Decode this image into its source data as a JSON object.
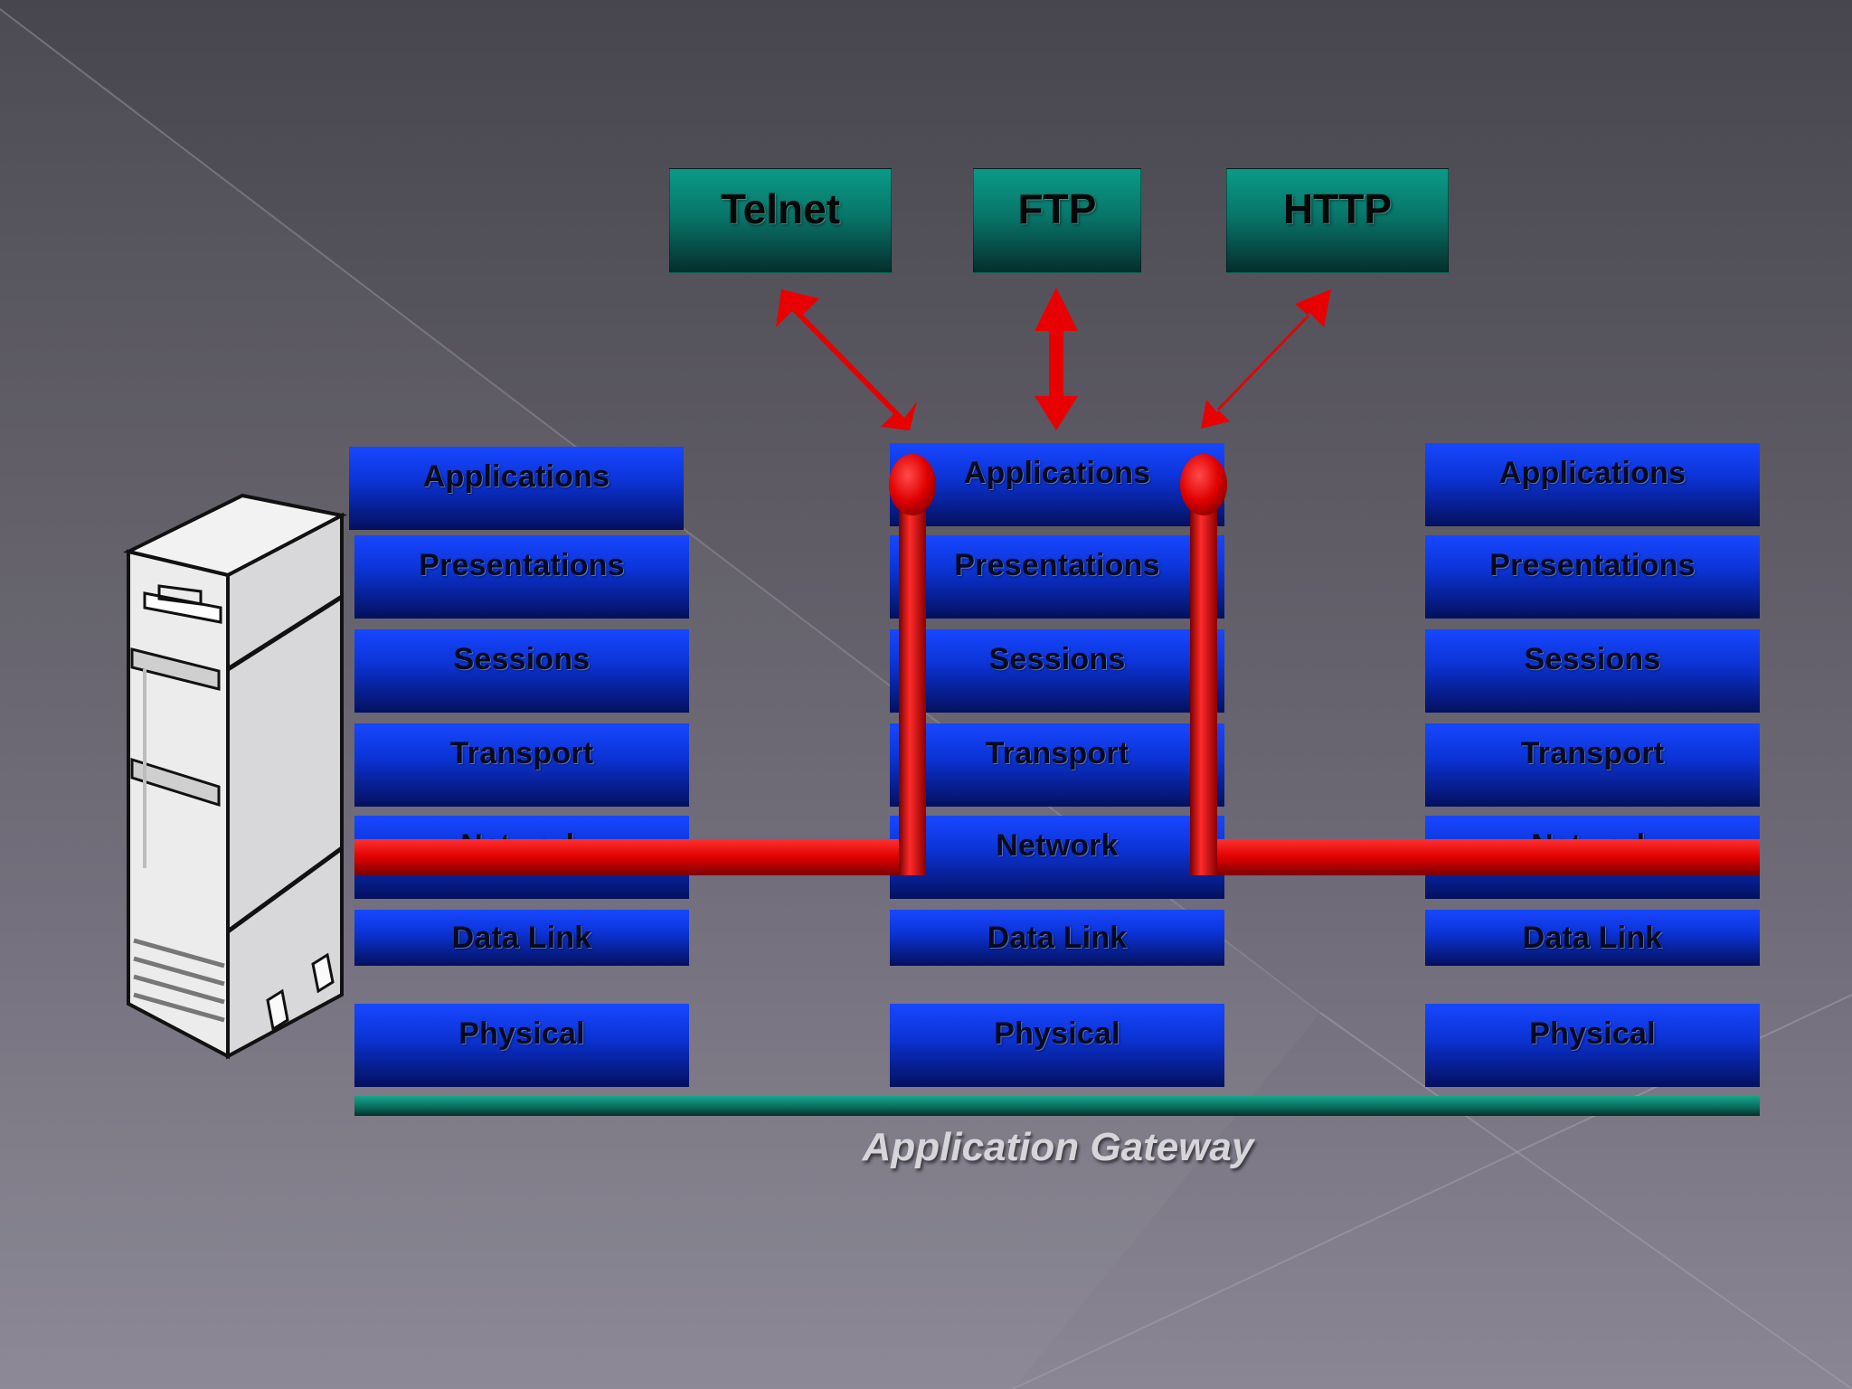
{
  "protocols": {
    "telnet": "Telnet",
    "ftp": "FTP",
    "http": "HTTP"
  },
  "stacks": {
    "left": [
      "Applications",
      "Presentations",
      "Sessions",
      "Transport",
      "Network",
      "Data Link",
      "Physical"
    ],
    "middle": [
      "Applications",
      "Presentations",
      "Sessions",
      "Transport",
      "Network",
      "Data Link",
      "Physical"
    ],
    "right": [
      "Applications",
      "Presentations",
      "Sessions",
      "Transport",
      "Network",
      "Data Link",
      "Physical"
    ]
  },
  "gateway_label": "Application Gateway",
  "colors": {
    "layer_blue": "#0c34d8",
    "protocol_teal": "#08766a",
    "path_red": "#e00000",
    "bar_teal": "#0a6d5e"
  },
  "icons": [
    "server-tower-icon",
    "double-arrow-icon"
  ]
}
